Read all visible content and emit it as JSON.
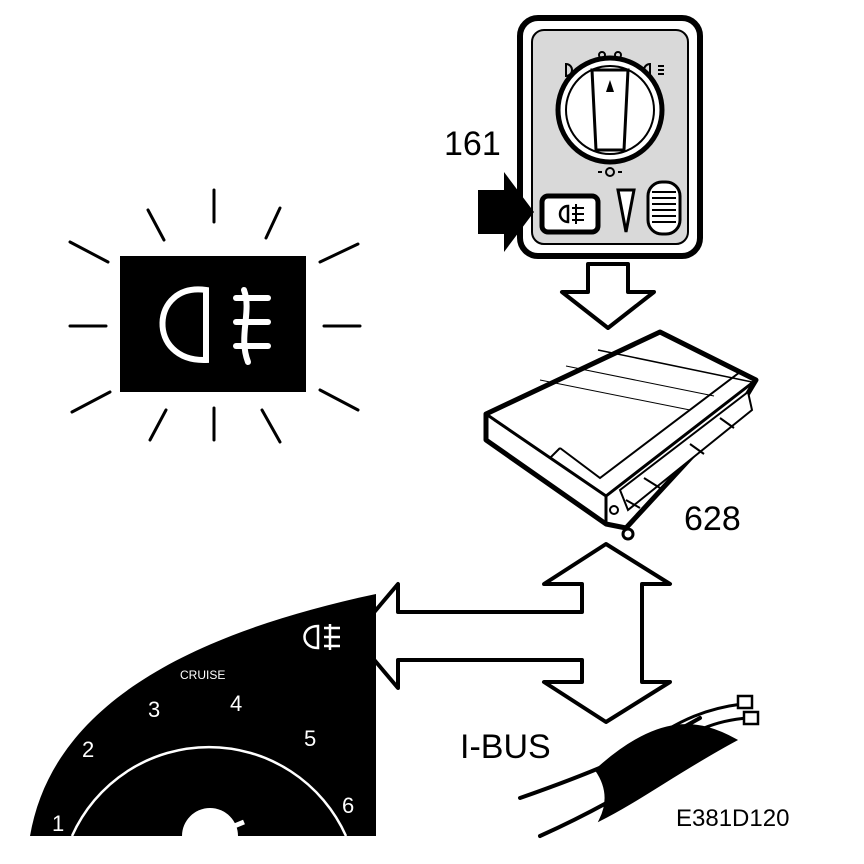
{
  "labels": {
    "switch_number": "161",
    "module_number": "628",
    "bus_name": "I-BUS",
    "figure_code": "E381D120",
    "cruise": "CRUISE"
  },
  "gauge_numbers": [
    "1",
    "2",
    "3",
    "4",
    "5",
    "6"
  ],
  "colors": {
    "ink": "#000000",
    "paper": "#ffffff",
    "panel_grey": "#d9d9d9"
  },
  "icons": {
    "warning_lamp": "rear-fog-light-icon",
    "switch_button": "rear-fog-light-icon",
    "dashboard_symbol": "rear-fog-light-icon"
  }
}
